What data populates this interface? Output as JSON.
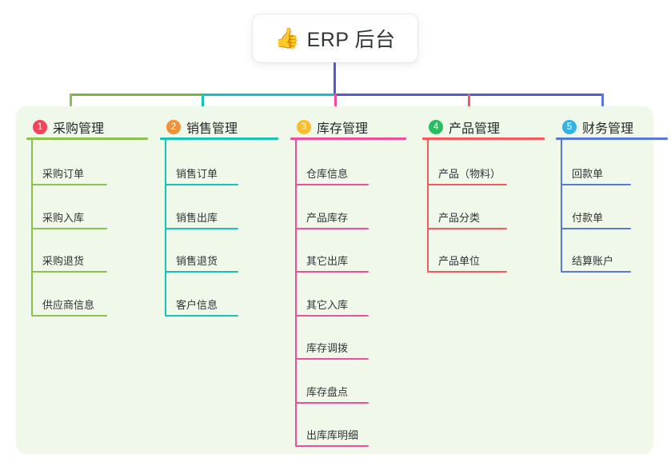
{
  "root": {
    "icon": "thumbs-up-icon",
    "emoji": "👍",
    "title": "ERP 后台"
  },
  "canvas": {
    "panel_color": "#eff8e9",
    "background": "#ffffff"
  },
  "connectors": {
    "trunk_color": "#4f5bd5",
    "segments": [
      {
        "name": "green-segment",
        "color": "#7cb342"
      },
      {
        "name": "teal-segment",
        "color": "#12c2b6"
      },
      {
        "name": "blue-segment",
        "color": "#4f5bd5"
      }
    ]
  },
  "columns": [
    {
      "index": "1",
      "badge_color": "#f2455b",
      "line_color": "#8cc152",
      "label": "采购管理",
      "items": [
        "采购订单",
        "采购入库",
        "采购退货",
        "供应商信息"
      ]
    },
    {
      "index": "2",
      "badge_color": "#f0913a",
      "line_color": "#18c3b4",
      "label": "销售管理",
      "items": [
        "销售订单",
        "销售出库",
        "销售退货",
        "客户信息"
      ]
    },
    {
      "index": "3",
      "badge_color": "#fbbc2e",
      "line_color": "#ef4e9b",
      "label": "库存管理",
      "items": [
        "仓库信息",
        "产品库存",
        "其它出库",
        "其它入库",
        "库存调拨",
        "库存盘点",
        "出库库明细"
      ]
    },
    {
      "index": "4",
      "badge_color": "#27bd61",
      "line_color": "#f4595f",
      "label": "产品管理",
      "items": [
        "产品（物料）",
        "产品分类",
        "产品单位"
      ]
    },
    {
      "index": "5",
      "badge_color": "#34b3e4",
      "line_color": "#5a78d8",
      "label": "财务管理",
      "items": [
        "回款单",
        "付款单",
        "结算账户"
      ]
    }
  ]
}
